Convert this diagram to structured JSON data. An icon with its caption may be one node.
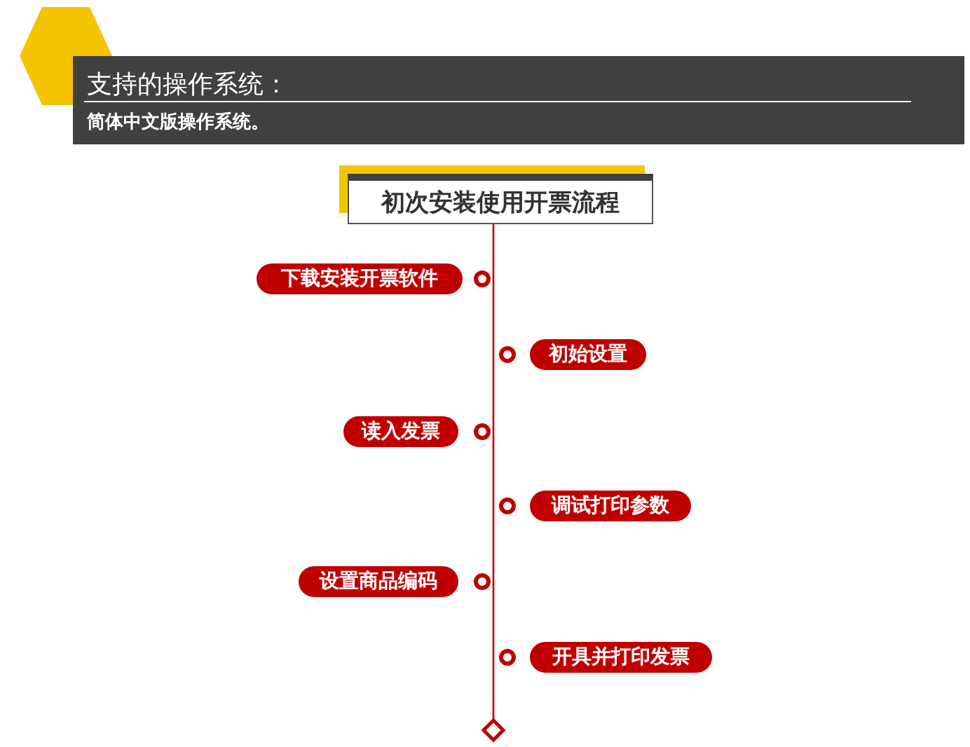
{
  "diagram": {
    "nodes": [
      {
        "text": [
          "支持的操作系统：",
          "简体中文版操作系统。"
        ]
      },
      {
        "text": [
          "初次安装使用开票流程"
        ]
      },
      {
        "text": [
          "下载安装开票软件"
        ]
      },
      {
        "text": [
          "初始设置"
        ]
      },
      {
        "text": [
          "读入发票"
        ]
      },
      {
        "text": [
          "调试打印参数"
        ]
      },
      {
        "text": [
          "设置商品编码"
        ]
      },
      {
        "text": [
          "开具并打印发票"
        ]
      },
      {
        "text": [],
        "shape": "circle"
      },
      {
        "text": [],
        "shape": "circle"
      },
      {
        "text": [],
        "shape": "circle"
      },
      {
        "text": [],
        "shape": "circle"
      },
      {
        "text": [],
        "shape": "circle"
      },
      {
        "text": [],
        "shape": "circle"
      },
      {
        "text": [],
        "shape": "diamond"
      }
    ],
    "edges": [
      {
        "from": 1,
        "to": 8,
        "arrow": "none"
      },
      {
        "from": 8,
        "to": 9,
        "arrow": "none"
      },
      {
        "from": 9,
        "to": 10,
        "arrow": "none"
      },
      {
        "from": 10,
        "to": 11,
        "arrow": "none"
      },
      {
        "from": 11,
        "to": 12,
        "arrow": "none"
      },
      {
        "from": 12,
        "to": 13,
        "arrow": "none"
      },
      {
        "from": 13,
        "to": 14,
        "arrow": "none"
      }
    ]
  }
}
